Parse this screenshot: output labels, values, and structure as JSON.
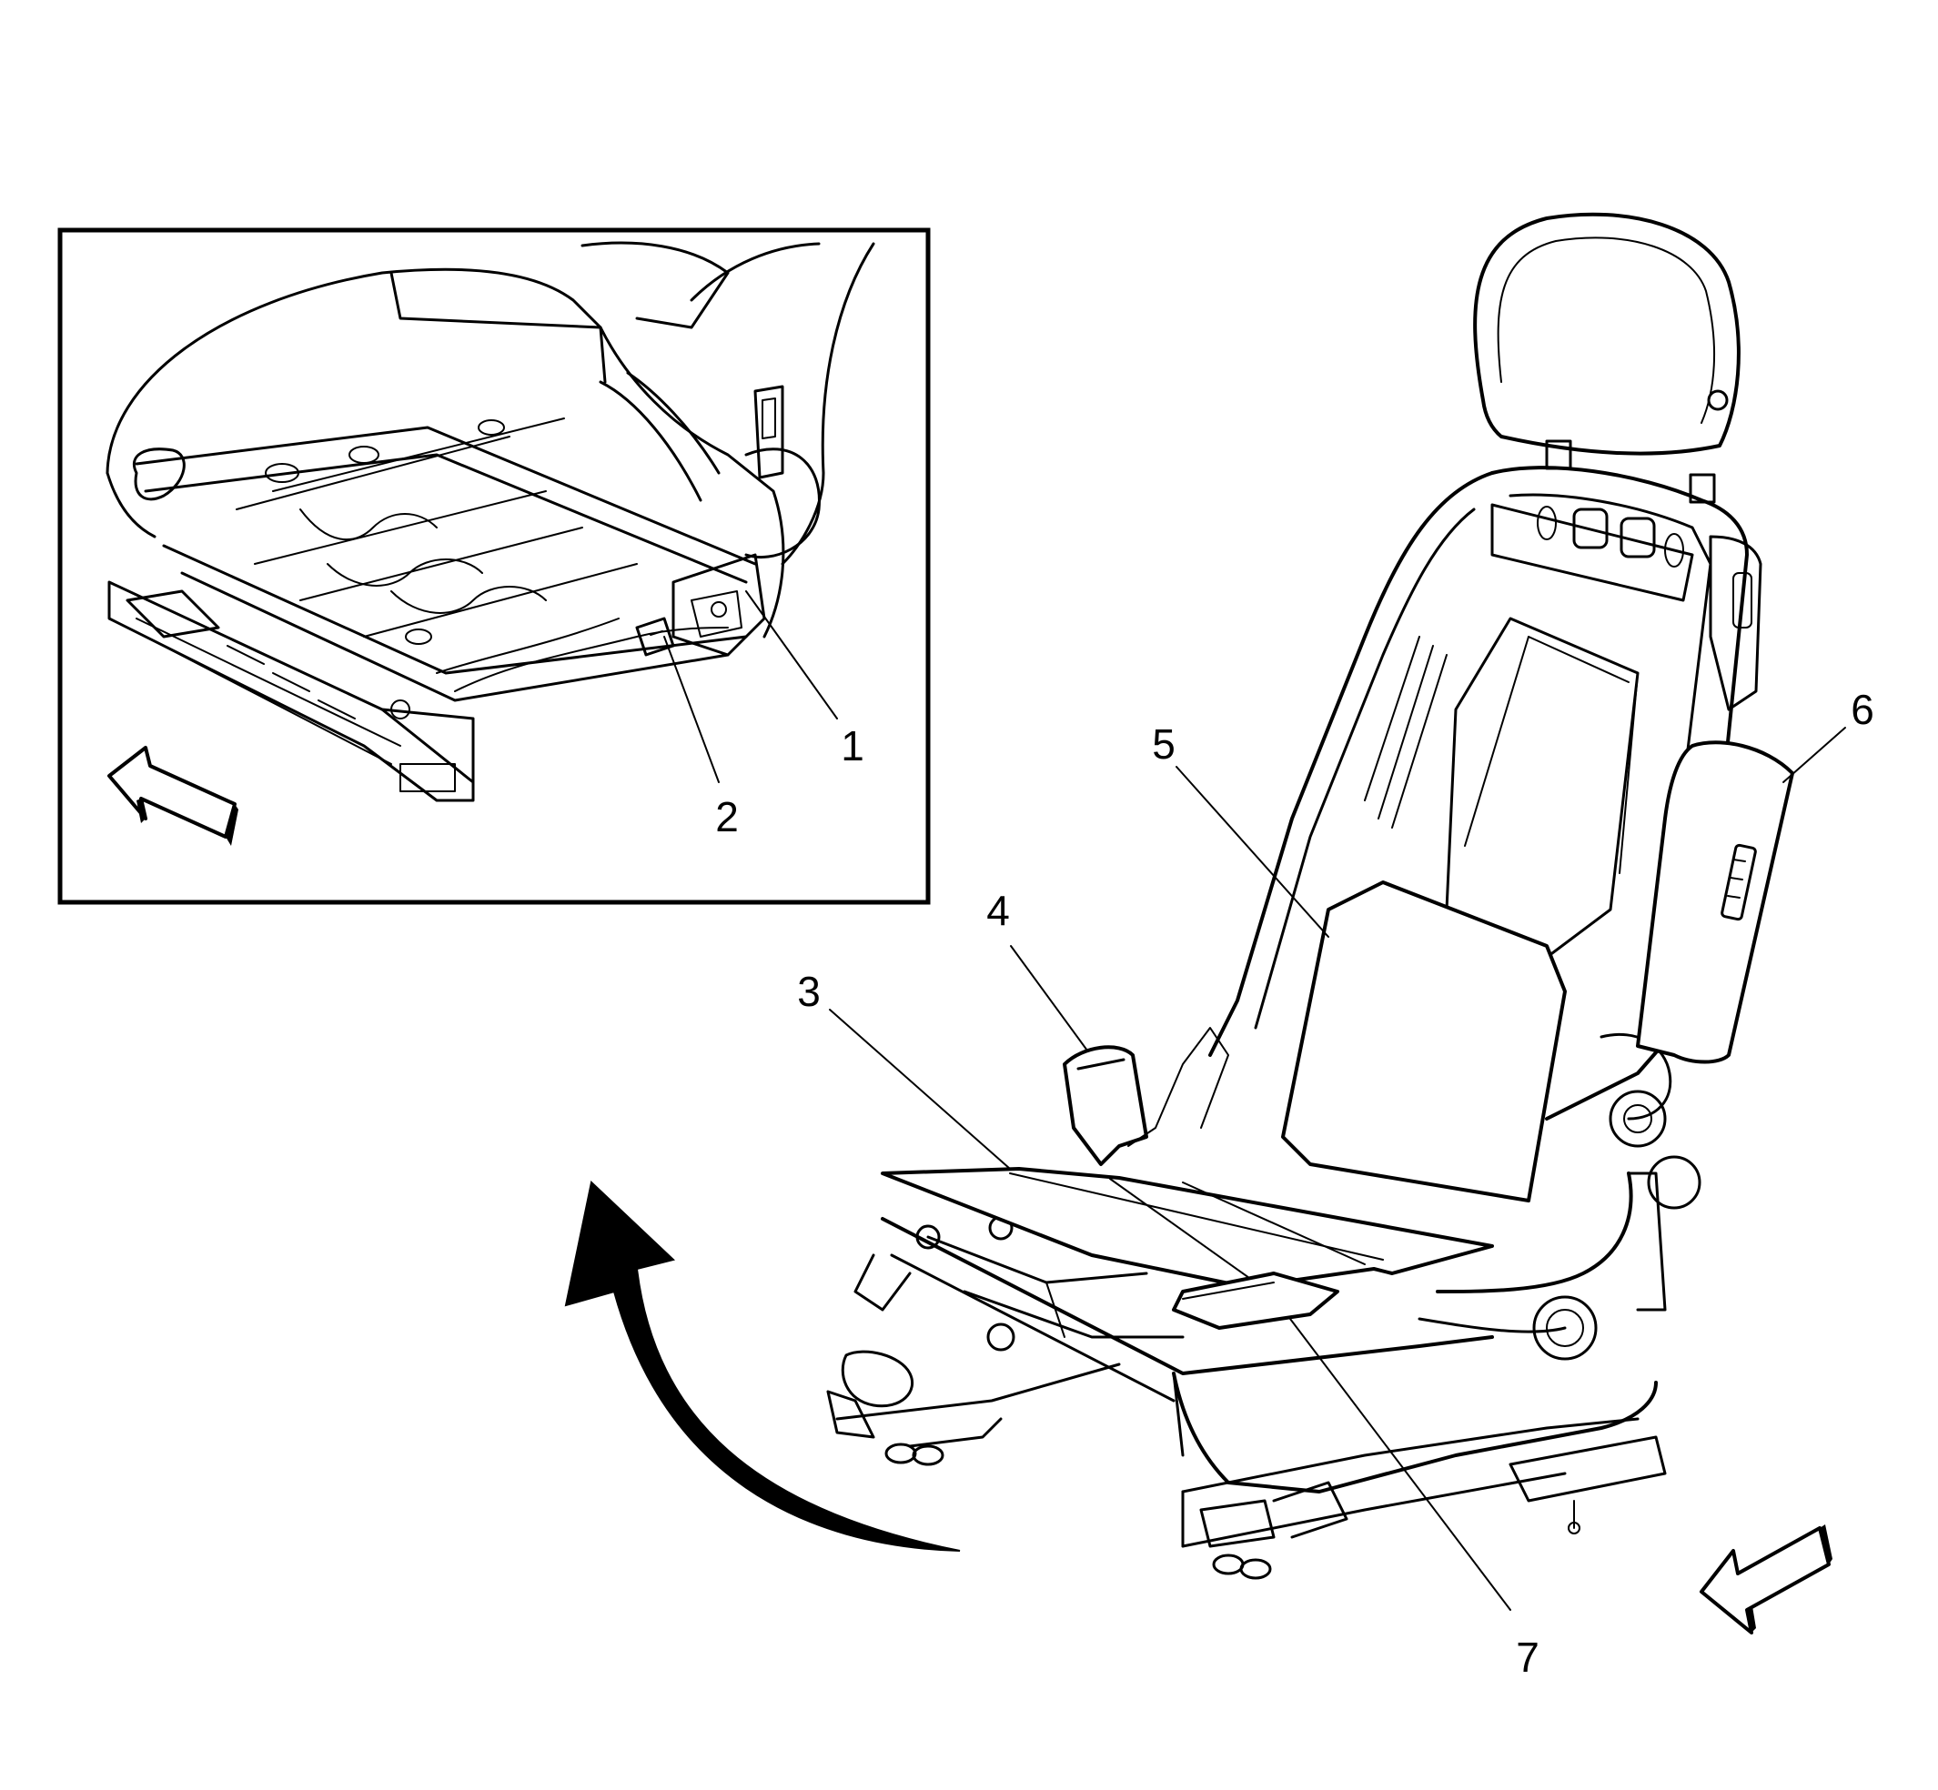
{
  "callouts": {
    "c1": "1",
    "c2": "2",
    "c3": "3",
    "c4": "4",
    "c5": "5",
    "c6": "6",
    "c7": "7"
  },
  "colors": {
    "line": "#000000",
    "background": "#ffffff"
  },
  "icons": [
    "direction-arrow-icon",
    "rotation-arrow-icon"
  ]
}
